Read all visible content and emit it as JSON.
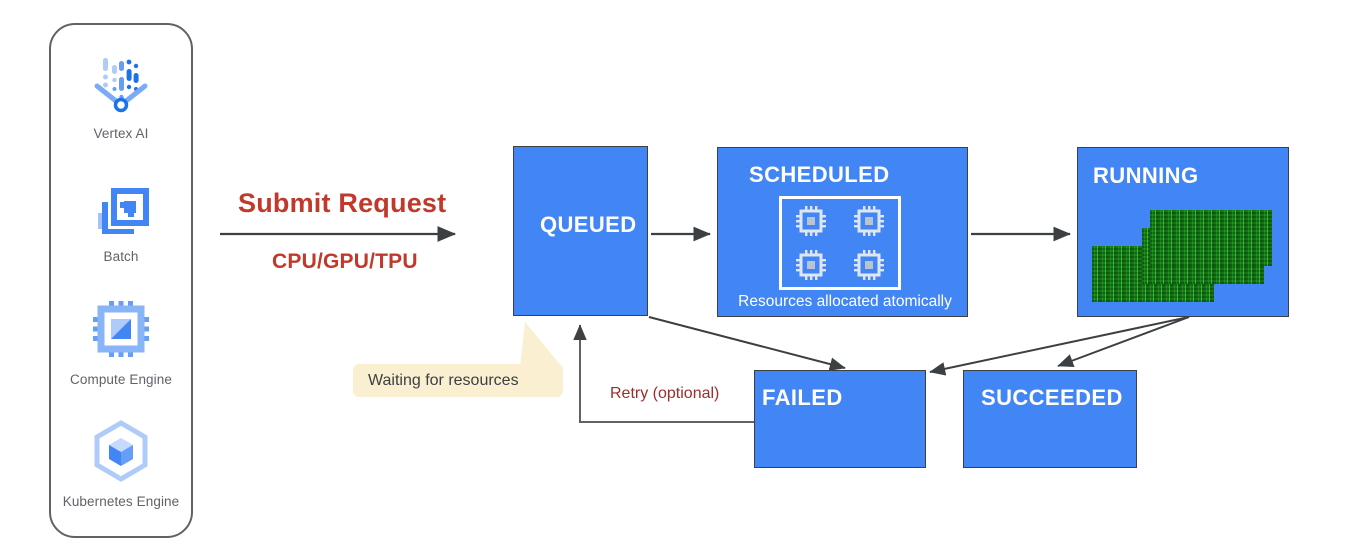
{
  "sidebar": {
    "services": [
      {
        "label": "Vertex AI",
        "icon": "vertex-ai-icon"
      },
      {
        "label": "Batch",
        "icon": "batch-icon"
      },
      {
        "label": "Compute Engine",
        "icon": "compute-engine-icon"
      },
      {
        "label": "Kubernetes\nEngine",
        "icon": "kubernetes-engine-icon"
      }
    ]
  },
  "flow": {
    "submit_request": "Submit Request",
    "resource_types": "CPU/GPU/TPU",
    "retry_label": "Retry (optional)",
    "waiting_callout": "Waiting for resources"
  },
  "states": {
    "queued": {
      "label": "QUEUED"
    },
    "scheduled": {
      "label": "SCHEDULED",
      "caption": "Resources allocated atomically"
    },
    "running": {
      "label": "RUNNING"
    },
    "failed": {
      "label": "FAILED"
    },
    "succeeded": {
      "label": "SUCCEEDED"
    }
  },
  "colors": {
    "state_blue": "#4285F4",
    "accent_red": "#C0392B",
    "retry_red": "#9B2D2D",
    "callout_yellow": "#FAEFD0",
    "label_gray": "#5f6368",
    "arrow_gray": "#3c4043",
    "terminal_green": "#16621a"
  }
}
